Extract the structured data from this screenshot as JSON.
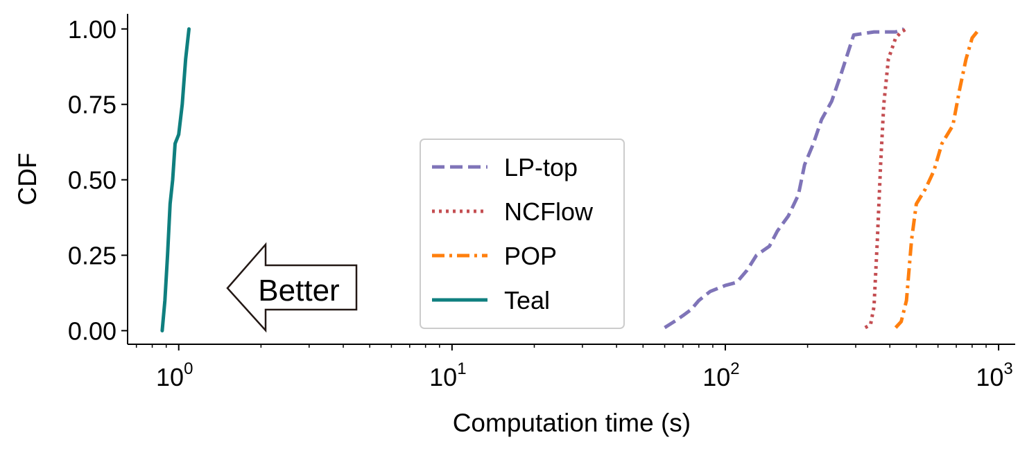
{
  "chart_data": {
    "type": "line",
    "xlabel": "Computation time (s)",
    "ylabel": "CDF",
    "xscale": "log",
    "xlim": [
      0.65,
      1150
    ],
    "ylim": [
      -0.045,
      1.05
    ],
    "x_ticks": [
      {
        "value": 1,
        "base": "10",
        "exp": "0"
      },
      {
        "value": 10,
        "base": "10",
        "exp": "1"
      },
      {
        "value": 100,
        "base": "10",
        "exp": "2"
      },
      {
        "value": 1000,
        "base": "10",
        "exp": "3"
      }
    ],
    "y_ticks": [
      {
        "value": 0.0,
        "label": "0.00"
      },
      {
        "value": 0.25,
        "label": "0.25"
      },
      {
        "value": 0.5,
        "label": "0.50"
      },
      {
        "value": 0.75,
        "label": "0.75"
      },
      {
        "value": 1.0,
        "label": "1.00"
      }
    ],
    "grid": false,
    "legend_position": "center",
    "series": [
      {
        "name": "LP-top",
        "color": "#7f74b8",
        "style": "dashed",
        "points": [
          [
            60,
            0.01
          ],
          [
            65,
            0.03
          ],
          [
            70,
            0.05
          ],
          [
            75,
            0.07
          ],
          [
            80,
            0.1
          ],
          [
            88,
            0.13
          ],
          [
            100,
            0.15
          ],
          [
            110,
            0.16
          ],
          [
            120,
            0.2
          ],
          [
            130,
            0.25
          ],
          [
            145,
            0.28
          ],
          [
            155,
            0.33
          ],
          [
            170,
            0.38
          ],
          [
            185,
            0.45
          ],
          [
            195,
            0.55
          ],
          [
            210,
            0.62
          ],
          [
            225,
            0.7
          ],
          [
            245,
            0.76
          ],
          [
            265,
            0.85
          ],
          [
            295,
            0.98
          ],
          [
            350,
            0.99
          ],
          [
            420,
            0.99
          ],
          [
            450,
            1.0
          ]
        ]
      },
      {
        "name": "NCFlow",
        "color": "#c44e52",
        "style": "dotted",
        "points": [
          [
            325,
            0.01
          ],
          [
            340,
            0.02
          ],
          [
            350,
            0.08
          ],
          [
            360,
            0.3
          ],
          [
            370,
            0.55
          ],
          [
            380,
            0.75
          ],
          [
            395,
            0.9
          ],
          [
            420,
            0.97
          ],
          [
            440,
            0.99
          ],
          [
            460,
            1.0
          ]
        ]
      },
      {
        "name": "POP",
        "color": "#ff7f0e",
        "style": "dashdot",
        "points": [
          [
            420,
            0.01
          ],
          [
            440,
            0.03
          ],
          [
            460,
            0.1
          ],
          [
            480,
            0.3
          ],
          [
            500,
            0.42
          ],
          [
            540,
            0.47
          ],
          [
            580,
            0.53
          ],
          [
            620,
            0.62
          ],
          [
            680,
            0.68
          ],
          [
            720,
            0.8
          ],
          [
            760,
            0.9
          ],
          [
            800,
            0.97
          ],
          [
            850,
            1.0
          ]
        ]
      },
      {
        "name": "Teal",
        "color": "#0f7f7f",
        "style": "solid",
        "points": [
          [
            0.87,
            0.0
          ],
          [
            0.89,
            0.1
          ],
          [
            0.91,
            0.25
          ],
          [
            0.93,
            0.42
          ],
          [
            0.95,
            0.5
          ],
          [
            0.97,
            0.62
          ],
          [
            1.0,
            0.65
          ],
          [
            1.03,
            0.75
          ],
          [
            1.06,
            0.9
          ],
          [
            1.09,
            1.0
          ]
        ]
      }
    ],
    "annotations": [
      {
        "text": "Better",
        "shape": "left-arrow"
      }
    ]
  }
}
